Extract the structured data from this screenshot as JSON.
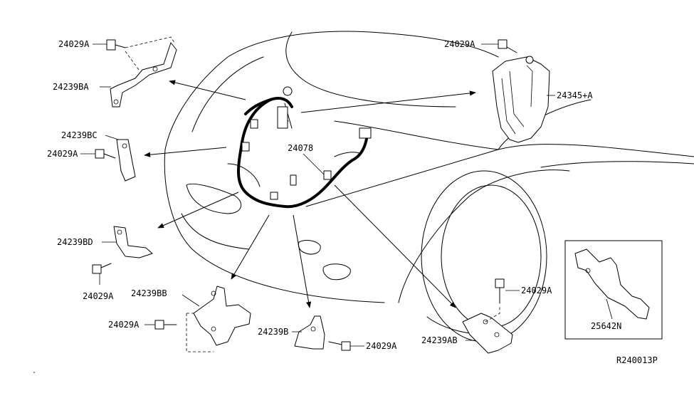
{
  "diagram": {
    "code": "R240013P",
    "parts": {
      "bolt_top_left": "24029A",
      "bracket_ba": "24239BA",
      "bracket_bc": "24239BC",
      "bolt_bc": "24029A",
      "bracket_bd": "24239BD",
      "bolt_bd": "24029A",
      "bracket_bb": "24239BB",
      "bolt_bb": "24029A",
      "bracket_b": "24239B",
      "bolt_b": "24029A",
      "harness": "24078",
      "bolt_top_right": "24029A",
      "module_cover": "24345+A",
      "bolt_ab": "24029A",
      "bracket_ab": "24239AB",
      "inset_part": "25642N"
    }
  }
}
